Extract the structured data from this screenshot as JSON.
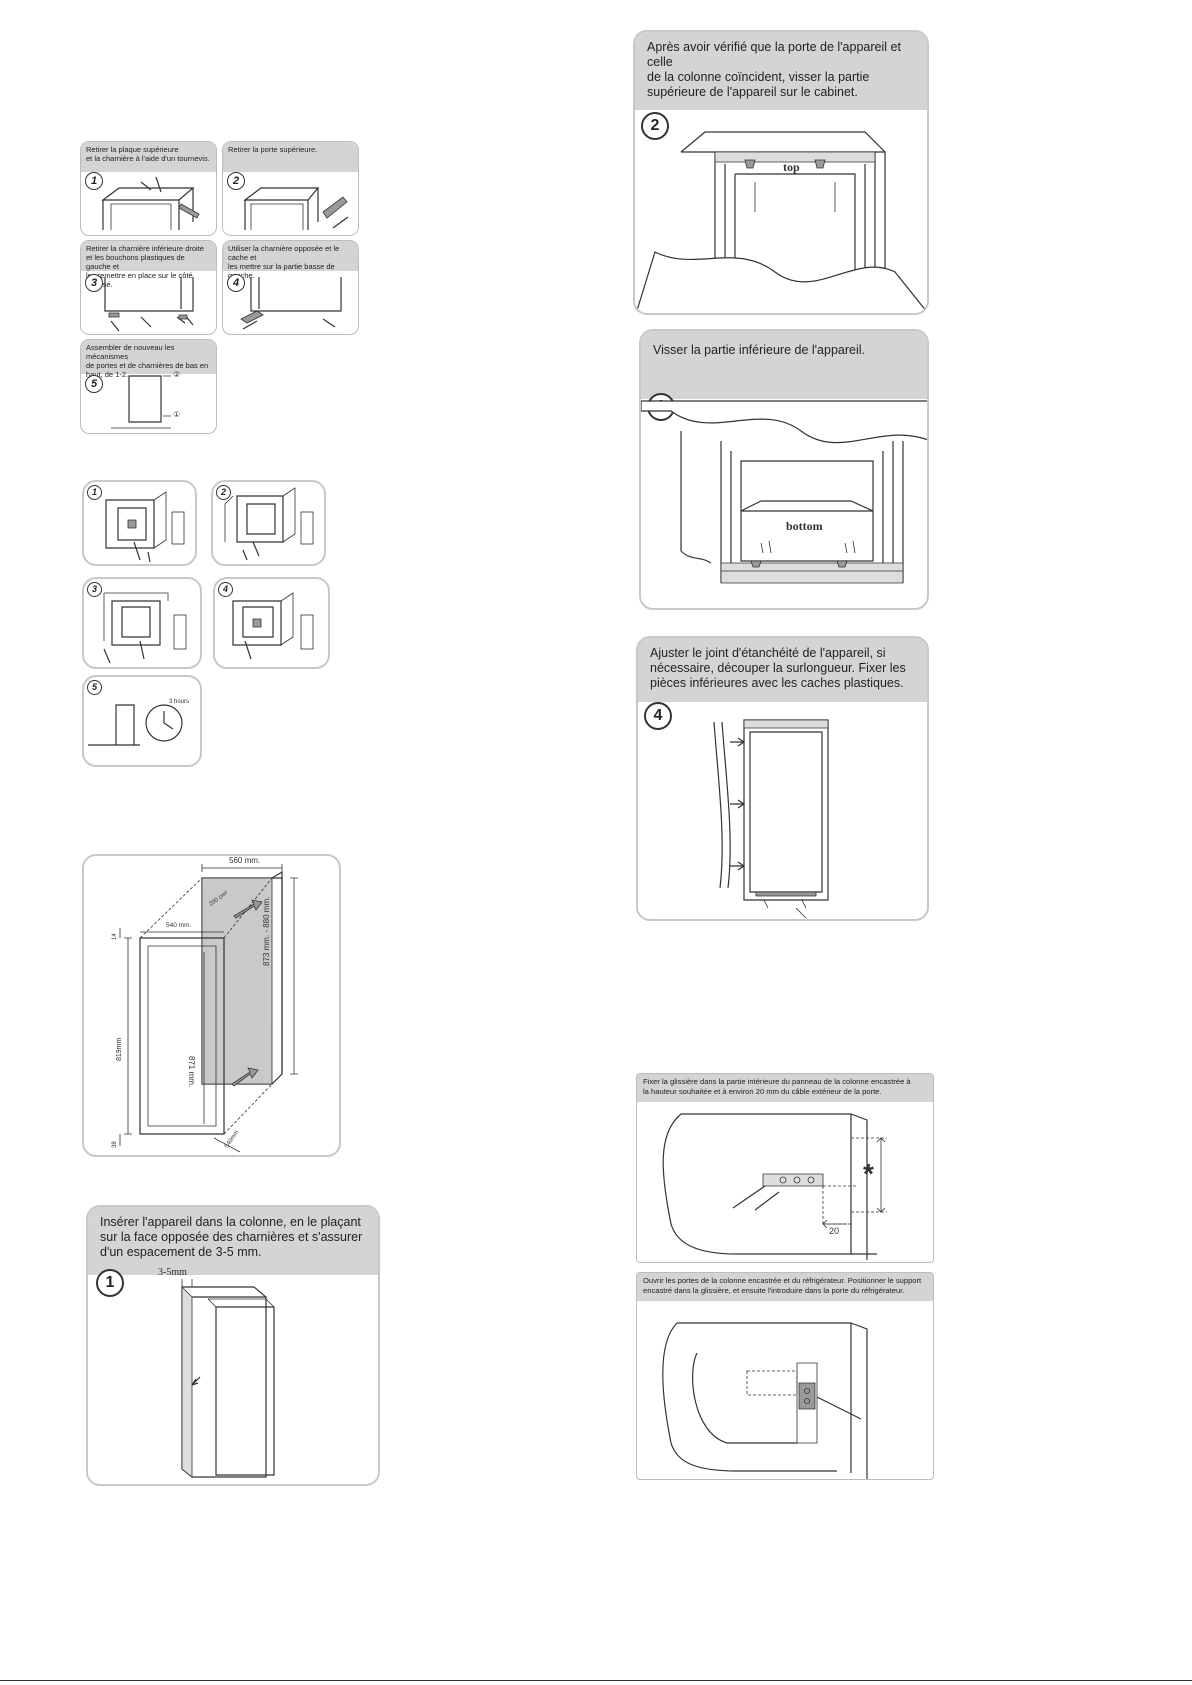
{
  "door_reversal": {
    "steps": [
      {
        "number": "1",
        "caption": "Retirer la plaque supérieure\net la charnière à l'aide d'un tournevis."
      },
      {
        "number": "2",
        "caption": "Retirer la porte supérieure."
      },
      {
        "number": "3",
        "caption": "Retirer la charnière inférieure droite\net les bouchons plastiques de gauche et\nles remettre en place sur le côté opposé."
      },
      {
        "number": "4",
        "caption": "Utiliser la charnière opposée et le cache et\nles mettre sur la partie basse de gauche."
      },
      {
        "number": "5",
        "caption": "Assembler de nouveau les mécanismes\nde portes et de charnières de bas en\nhaut, de 1-2."
      }
    ],
    "step5_markers": [
      "②",
      "①"
    ]
  },
  "handle_steps": {
    "numbers": [
      "1",
      "2",
      "3",
      "4",
      "5"
    ],
    "clock_label": "3 hours"
  },
  "dimensions": {
    "width_top": "560 mm.",
    "inner_width": "540 mm.",
    "height_range": "873 mm. - 880 mm.",
    "inner_height": "871 mm.",
    "door_height": "819mm",
    "top_gap": "14",
    "bottom_gap": "38",
    "depth": "540mm",
    "vent": "200 cm²"
  },
  "install_steps": {
    "step1": {
      "number": "1",
      "caption": "Insérer l'appareil dans la colonne, en le plaçant\nsur la face opposée des charnières et s'assurer\nd'un espacement de 3-5 mm.",
      "gap_label": "3-5mm"
    },
    "step2": {
      "number": "2",
      "caption": "Après avoir vérifié que la porte de l'appareil et celle\nde la colonne coïncident, visser la partie\nsupérieure de l'appareil sur le cabinet.",
      "label": "top"
    },
    "step3": {
      "number": "3",
      "caption": "Visser la partie inférieure de l'appareil.",
      "label": "bottom"
    },
    "step4": {
      "number": "4",
      "caption": "Ajuster le joint d'étanchéité de l'appareil, si\nnécessaire, découper la surlongueur. Fixer les\npièces inférieures avec les caches plastiques."
    }
  },
  "slide": {
    "caption1": "Fixer la glissière dans la partie intérieure du panneau de la colonne encastrée à\nla hauteur souhaitée et à environ 20 mm du câble extérieur de la porte.",
    "star": "*",
    "dim20": "20",
    "caption2": "Ouvrir les portes de la colonne encastrée et du réfrigérateur. Positionner le support\nencastré dans la glissière, et ensuite l'introduire dans la porte du réfrigérateur."
  }
}
